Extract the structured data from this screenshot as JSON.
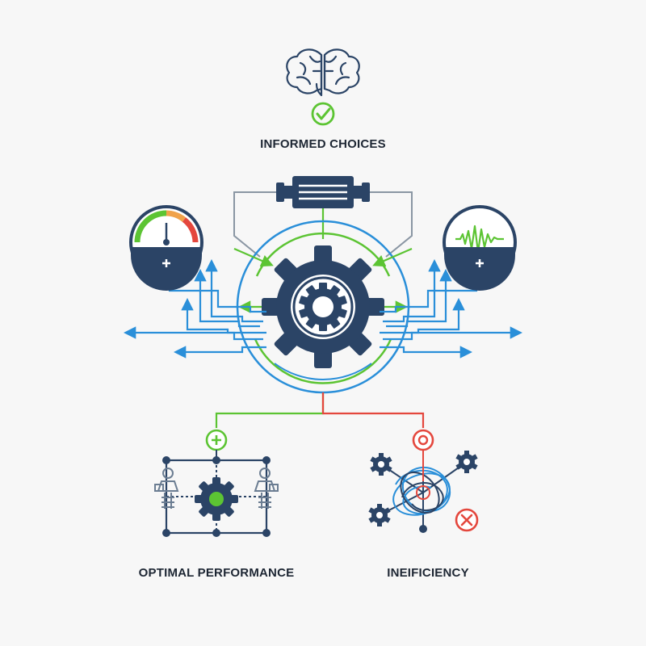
{
  "labels": {
    "top": "INFORMED CHOICES",
    "bottom_left": "OPTIMAL PERFORMANCE",
    "bottom_right": "INEIFICIENCY"
  },
  "icons": {
    "top": [
      "brain-icon",
      "check-circle-icon"
    ],
    "center": [
      "central-gear-icon",
      "inner-gear-icon",
      "component-module-icon"
    ],
    "left": [
      "pressure-gauge-icon"
    ],
    "right": [
      "waveform-monitor-icon"
    ],
    "bottom_left": [
      "plus-circle-icon",
      "robot-arm-icon",
      "connected-gear-icon"
    ],
    "bottom_right": [
      "x-circle-icon",
      "tangled-gear-network-icon",
      "target-circle-icon"
    ]
  },
  "colors": {
    "navy": "#2b4466",
    "blue": "#2a8fd9",
    "green": "#5cc433",
    "red": "#e4473d",
    "gray": "#8a96a3"
  }
}
